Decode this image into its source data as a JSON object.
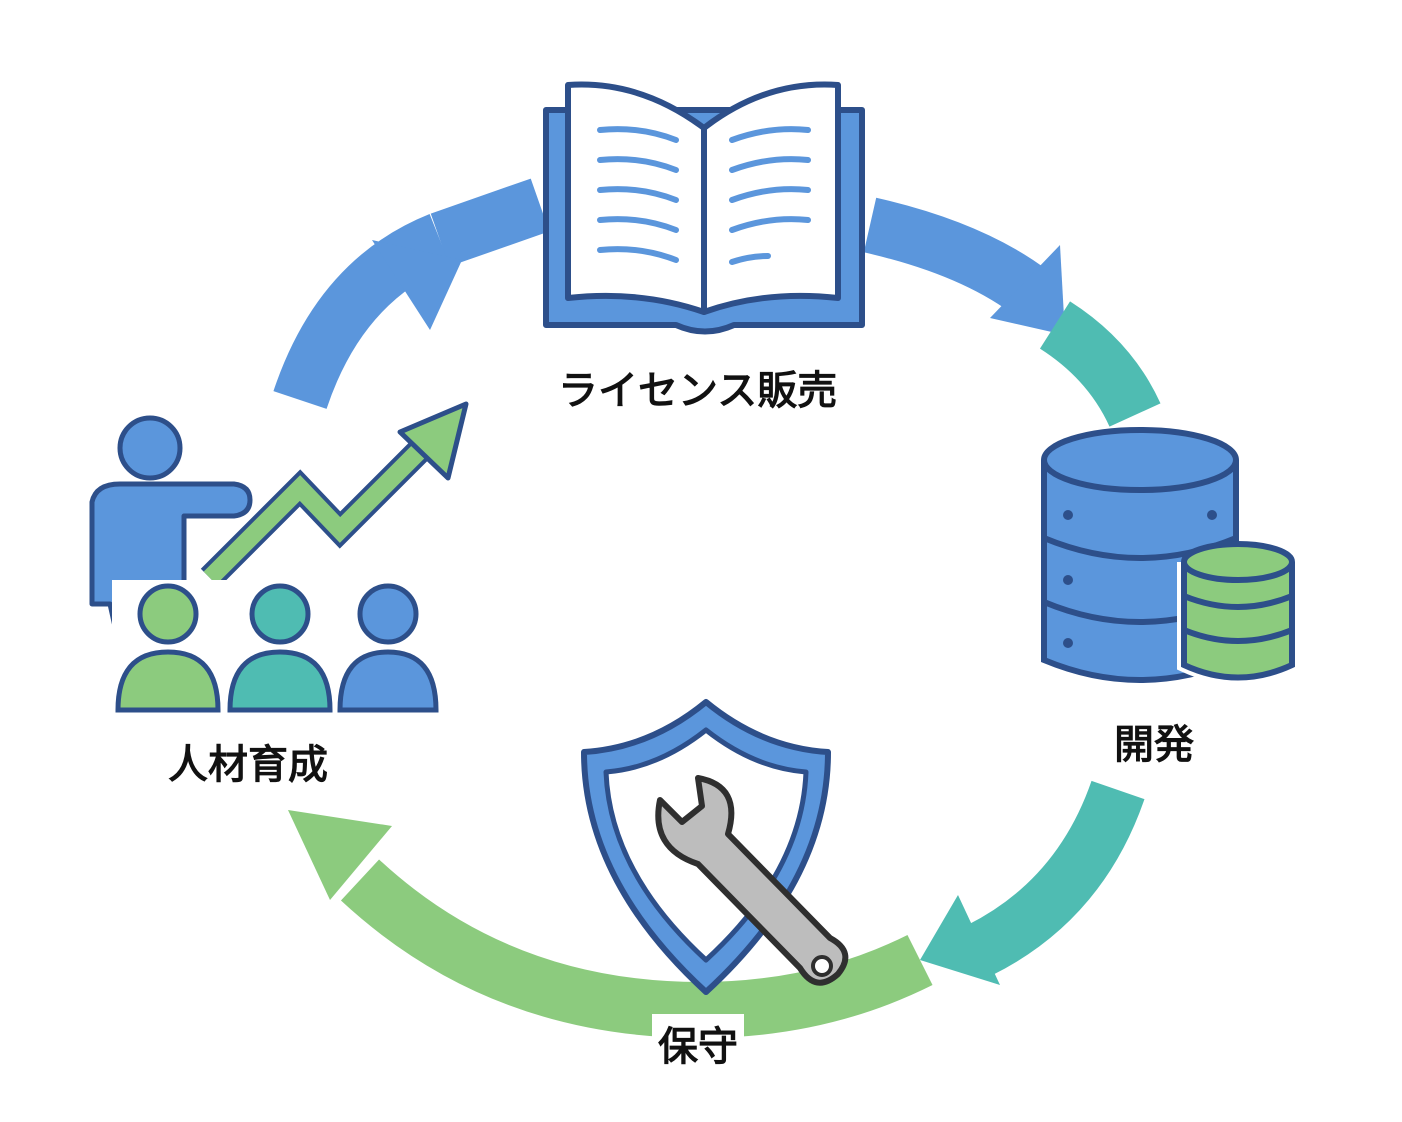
{
  "nodes": {
    "top": {
      "label": "ライセンス販売",
      "icon": "open-book-icon"
    },
    "right": {
      "label": "開発",
      "icon": "database-icon"
    },
    "bottom": {
      "label": "保守",
      "icon": "shield-wrench-icon"
    },
    "left": {
      "label": "人材育成",
      "icon": "training-growth-icon"
    }
  },
  "colors": {
    "blue": "#5b96dc",
    "teal": "#4fbcb2",
    "green": "#8ccb7e",
    "outline": "#2d4f8a",
    "gray": "#bdbdbd"
  }
}
